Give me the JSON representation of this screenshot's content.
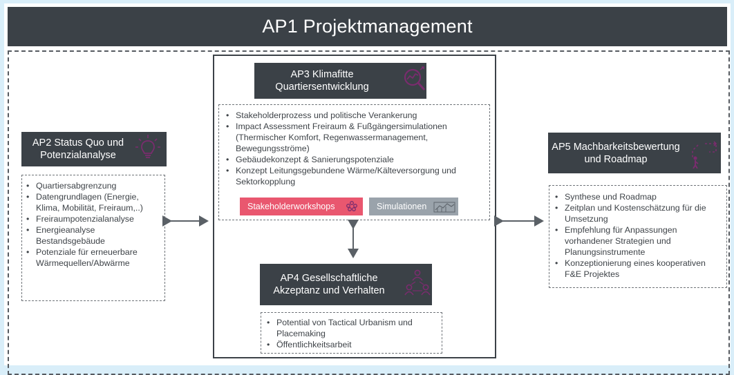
{
  "title": "AP1 Projektmanagement",
  "ap2": {
    "head_line1": "AP2 Status Quo und",
    "head_line2": "Potenzialanalyse",
    "icon": "lightbulb-icon",
    "items": [
      "Quartiersabgrenzung",
      "Datengrundlagen (Energie, Klima, Mobilität, Freiraum,..)",
      "Freiraumpotenzialanalyse",
      "Energieanalyse Bestandsgebäude",
      "Potenziale für erneuerbare Wärmequellen/Abwärme"
    ]
  },
  "ap3": {
    "head_line1": "AP3 Klimafitte",
    "head_line2": "Quartiersentwicklung",
    "icon": "magnifier-chart-icon",
    "items": [
      "Stakeholderprozess und politische Verankerung",
      "Impact Assessment Freiraum & Fußgängersimulationen (Thermischer Komfort, Regenwassermanagement, Bewegungsströme)",
      "Gebäudekonzept & Sanierungspotenziale",
      "Konzept Leitungsgebundene Wärme/Kälteversorgung und Sektorkopplung"
    ],
    "tag1": "Stakeholderworkshops",
    "tag2": "Simulationen"
  },
  "ap4": {
    "head_line1": "AP4 Gesellschaftliche",
    "head_line2": "Akzeptanz und Verhalten",
    "icon": "people-network-icon",
    "items": [
      "Potential von Tactical Urbanism und Placemaking",
      "Öffentlichkeitsarbeit"
    ]
  },
  "ap5": {
    "head_line1": "AP5 Machbarkeitsbewertung",
    "head_line2": "und Roadmap",
    "icon": "route-walker-icon",
    "items": [
      "Synthese und Roadmap",
      "Zeitplan und Kostenschätzung für die Umsetzung",
      "Empfehlung für Anpassungen vorhandener Strategien und Planungsinstrumente",
      "Konzeptionierung eines kooperativen F&E Projektes"
    ]
  },
  "colors": {
    "dark": "#3b4147",
    "background": "#d9eef9",
    "tag_pink": "#e9576f",
    "tag_grey": "#9aa3ab",
    "icon_purple": "#7a2c6e"
  }
}
